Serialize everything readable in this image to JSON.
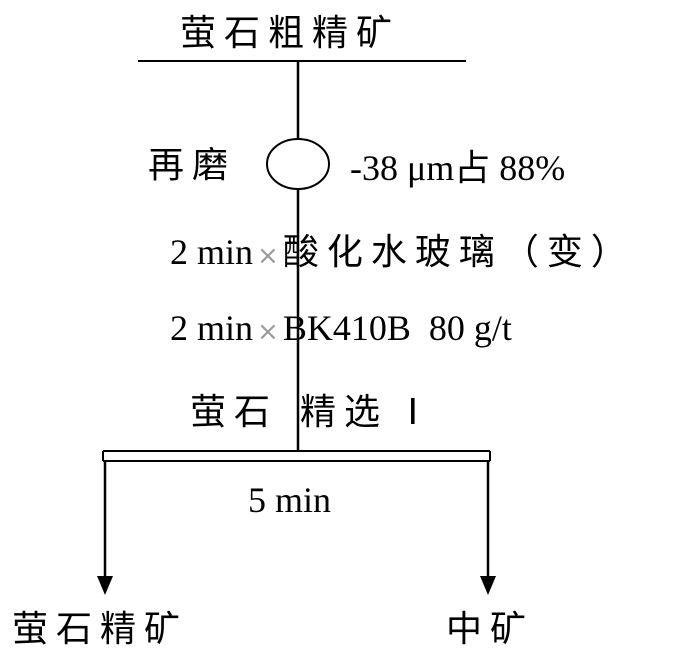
{
  "feed": "萤石粗精矿",
  "regrind": {
    "label": "再磨",
    "size_spec": "-38 μm占 88%"
  },
  "reagents": [
    {
      "time": "2 min",
      "operator": "×",
      "reagent": "酸化水玻璃（变）"
    },
    {
      "time": "2 min",
      "operator": "×",
      "reagent": "BK410B  80 g/t"
    }
  ],
  "stage": {
    "name_a": "萤石",
    "name_b": "精选 I",
    "time": "5 min"
  },
  "outputs": {
    "concentrate": "萤石精矿",
    "middling": "中矿"
  }
}
